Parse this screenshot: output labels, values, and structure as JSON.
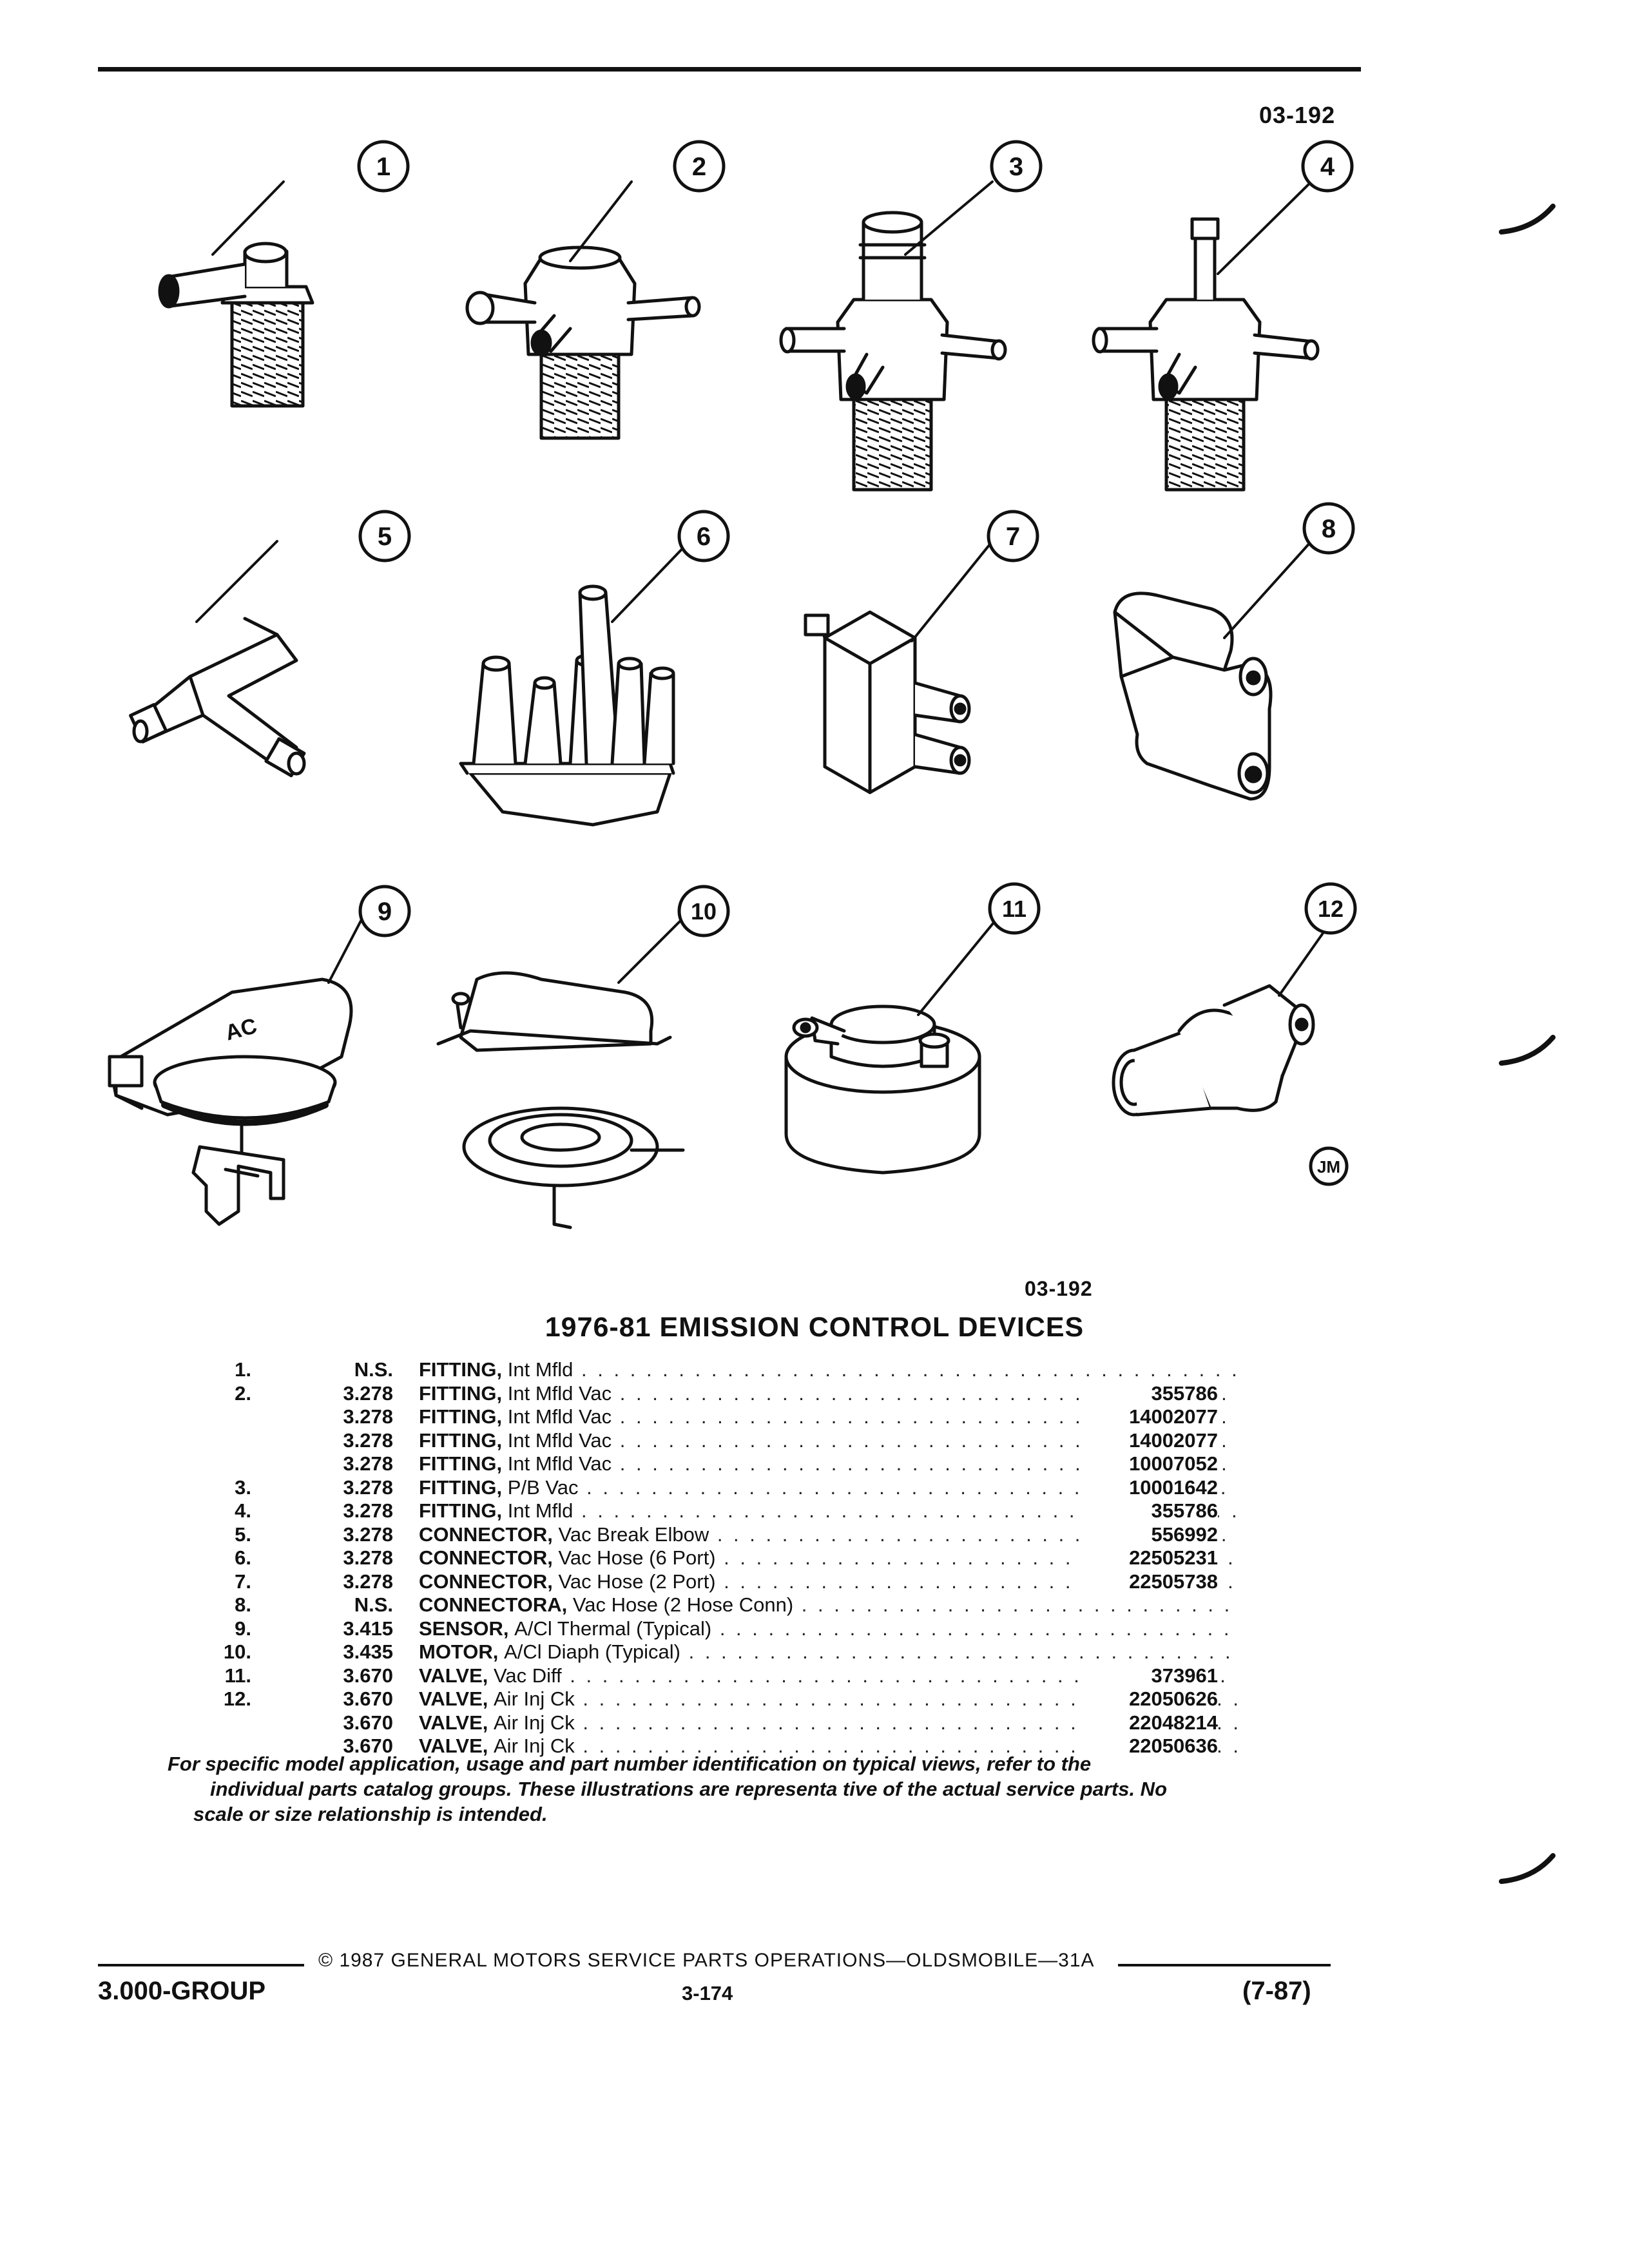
{
  "figure_id": "03-192",
  "callouts": [
    "1",
    "2",
    "3",
    "4",
    "5",
    "6",
    "7",
    "8",
    "9",
    "10",
    "11",
    "12"
  ],
  "logo_text": "JM",
  "sensor_mark": "AC",
  "title": "1976-81 EMISSION CONTROL DEVICES",
  "parts": [
    {
      "num": "1.",
      "group": "N.S.",
      "name": "FITTING,",
      "desc": "Int Mfld",
      "pn": ""
    },
    {
      "num": "2.",
      "group": "3.278",
      "name": "FITTING,",
      "desc": "Int Mfld Vac",
      "pn": "355786"
    },
    {
      "num": "",
      "group": "3.278",
      "name": "FITTING,",
      "desc": "Int Mfld Vac",
      "pn": "14002077"
    },
    {
      "num": "",
      "group": "3.278",
      "name": "FITTING,",
      "desc": "Int Mfld Vac",
      "pn": "14002077"
    },
    {
      "num": "",
      "group": "3.278",
      "name": "FITTING,",
      "desc": "Int Mfld Vac",
      "pn": "10007052"
    },
    {
      "num": "3.",
      "group": "3.278",
      "name": "FITTING,",
      "desc": "P/B Vac",
      "pn": "10001642"
    },
    {
      "num": "4.",
      "group": "3.278",
      "name": "FITTING,",
      "desc": "Int Mfld",
      "pn": "355786"
    },
    {
      "num": "5.",
      "group": "3.278",
      "name": "CONNECTOR,",
      "desc": "Vac Break Elbow",
      "pn": "556992"
    },
    {
      "num": "6.",
      "group": "3.278",
      "name": "CONNECTOR,",
      "desc": "Vac Hose (6 Port)",
      "pn": "22505231"
    },
    {
      "num": "7.",
      "group": "3.278",
      "name": "CONNECTOR,",
      "desc": "Vac Hose (2 Port)",
      "pn": "22505738"
    },
    {
      "num": "8.",
      "group": "N.S.",
      "name": "CONNECTORA,",
      "desc": "Vac Hose (2 Hose Conn)",
      "pn": ""
    },
    {
      "num": "9.",
      "group": "3.415",
      "name": "SENSOR,",
      "desc": "A/Cl Thermal (Typical)",
      "pn": ""
    },
    {
      "num": "10.",
      "group": "3.435",
      "name": "MOTOR,",
      "desc": "A/Cl Diaph (Typical)",
      "pn": ""
    },
    {
      "num": "11.",
      "group": "3.670",
      "name": "VALVE,",
      "desc": "Vac Diff",
      "pn": "373961"
    },
    {
      "num": "12.",
      "group": "3.670",
      "name": "VALVE,",
      "desc": "Air Inj Ck",
      "pn": "22050626"
    },
    {
      "num": "",
      "group": "3.670",
      "name": "VALVE,",
      "desc": "Air Inj Ck",
      "pn": "22048214"
    },
    {
      "num": "",
      "group": "3.670",
      "name": "VALVE,",
      "desc": "Air Inj Ck",
      "pn": "22050636"
    }
  ],
  "note": {
    "line1": "For specific model application, usage and part number identification on typical views, refer to the",
    "line2": "individual parts catalog groups. These illustrations are representa tive of the actual service parts. No",
    "line3": "scale or size relationship is intended."
  },
  "footer": {
    "copyright": "© 1987 GENERAL MOTORS SERVICE PARTS OPERATIONS—OLDSMOBILE—31A",
    "group": "3.000-GROUP",
    "page": "3-174",
    "date": "(7-87)"
  }
}
